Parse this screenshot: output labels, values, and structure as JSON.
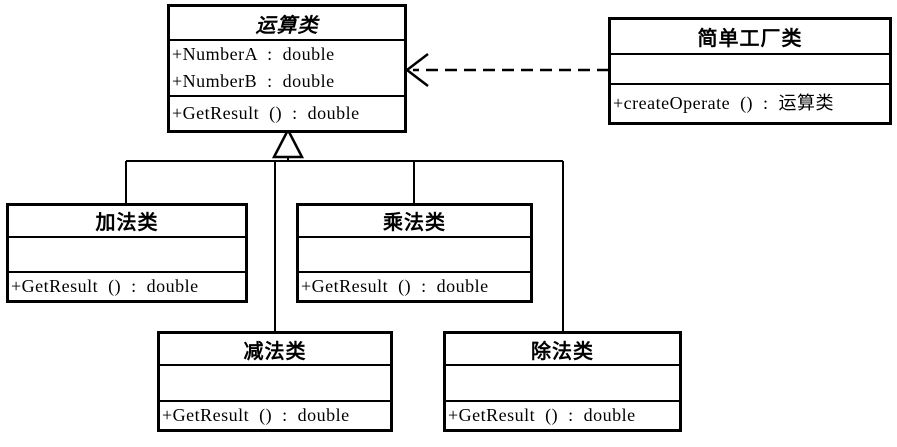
{
  "diagram": {
    "kind": "uml-class-diagram",
    "topic": "simple-factory-pattern"
  },
  "classes": [
    {
      "id": "operation",
      "name": "运算类",
      "abstract": true,
      "attributes": [
        "+NumberA : double",
        "+NumberB : double"
      ],
      "methods": [
        "+GetResult () : double"
      ]
    },
    {
      "id": "simple-factory",
      "name": "简单工厂类",
      "abstract": false,
      "attributes": [],
      "methods": [
        "+createOperate () : 运算类"
      ]
    },
    {
      "id": "addition",
      "name": "加法类",
      "abstract": false,
      "attributes": [],
      "methods": [
        "+GetResult () : double"
      ]
    },
    {
      "id": "multiplication",
      "name": "乘法类",
      "abstract": false,
      "attributes": [],
      "methods": [
        "+GetResult () : double"
      ]
    },
    {
      "id": "subtraction",
      "name": "减法类",
      "abstract": false,
      "attributes": [],
      "methods": [
        "+GetResult () : double"
      ]
    },
    {
      "id": "division",
      "name": "除法类",
      "abstract": false,
      "attributes": [],
      "methods": [
        "+GetResult () : double"
      ]
    }
  ],
  "relationships": [
    {
      "type": "dependency",
      "from": "简单工厂类",
      "to": "运算类",
      "style": "dashed-open-arrow"
    },
    {
      "type": "generalization",
      "from": "加法类",
      "to": "运算类"
    },
    {
      "type": "generalization",
      "from": "乘法类",
      "to": "运算类"
    },
    {
      "type": "generalization",
      "from": "减法类",
      "to": "运算类"
    },
    {
      "type": "generalization",
      "from": "除法类",
      "to": "运算类"
    }
  ],
  "colors": {
    "line": "#000000",
    "background": "#ffffff",
    "box_fill": "#ffffff",
    "text": "#000000"
  }
}
